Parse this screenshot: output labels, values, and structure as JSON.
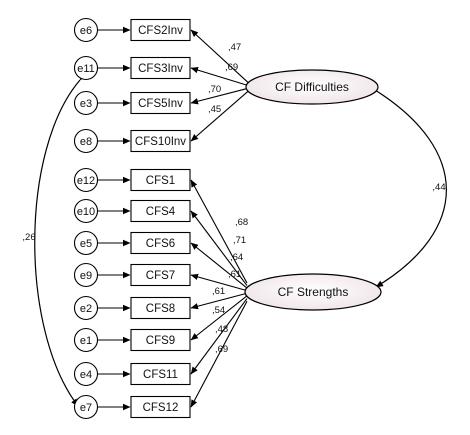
{
  "latents": [
    {
      "id": "CFD",
      "label": "CF Difficulties"
    },
    {
      "id": "CFS",
      "label": "CF Strengths"
    }
  ],
  "indicators": [
    {
      "box": "CFS2Inv",
      "error": "e6",
      "factor": "CFD",
      "loading": ",47"
    },
    {
      "box": "CFS3Inv",
      "error": "e11",
      "factor": "CFD",
      "loading": ",69"
    },
    {
      "box": "CFS5Inv",
      "error": "e3",
      "factor": "CFD",
      "loading": ",70"
    },
    {
      "box": "CFS10Inv",
      "error": "e8",
      "factor": "CFD",
      "loading": ",45"
    },
    {
      "box": "CFS1",
      "error": "e12",
      "factor": "CFS",
      "loading": ",68"
    },
    {
      "box": "CFS4",
      "error": "e10",
      "factor": "CFS",
      "loading": ",71"
    },
    {
      "box": "CFS6",
      "error": "e5",
      "factor": "CFS",
      "loading": ",64"
    },
    {
      "box": "CFS7",
      "error": "e9",
      "factor": "CFS",
      "loading": ",61"
    },
    {
      "box": "CFS8",
      "error": "e2",
      "factor": "CFS",
      "loading": ",61"
    },
    {
      "box": "CFS9",
      "error": "e1",
      "factor": "CFS",
      "loading": ",54"
    },
    {
      "box": "CFS11",
      "error": "e4",
      "factor": "CFS",
      "loading": ",48"
    },
    {
      "box": "CFS12",
      "error": "e7",
      "factor": "CFS",
      "loading": ",69"
    }
  ],
  "factor_correlation": ",44",
  "error_covariance": {
    "from": "e11",
    "to": "e7",
    "value": ",26"
  }
}
